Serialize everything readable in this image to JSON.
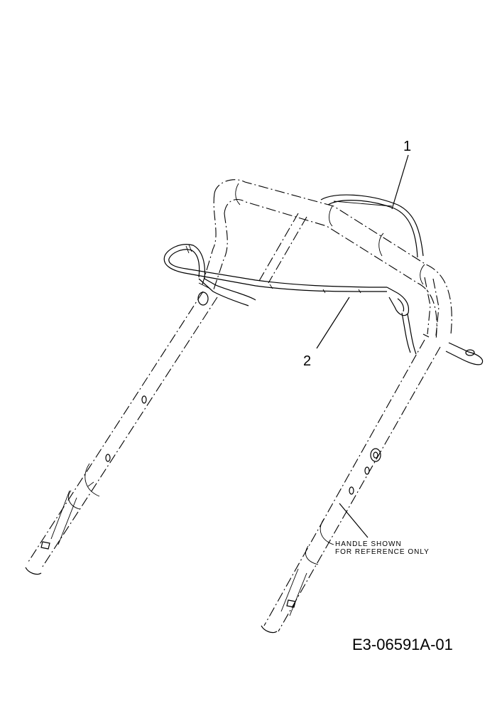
{
  "diagram": {
    "callouts": [
      {
        "id": "1",
        "label": "1"
      },
      {
        "id": "2",
        "label": "2"
      }
    ],
    "note": {
      "line1": "HANDLE SHOWN",
      "line2": "FOR REFERENCE ONLY"
    },
    "document_number": "E3-06591A-01"
  }
}
